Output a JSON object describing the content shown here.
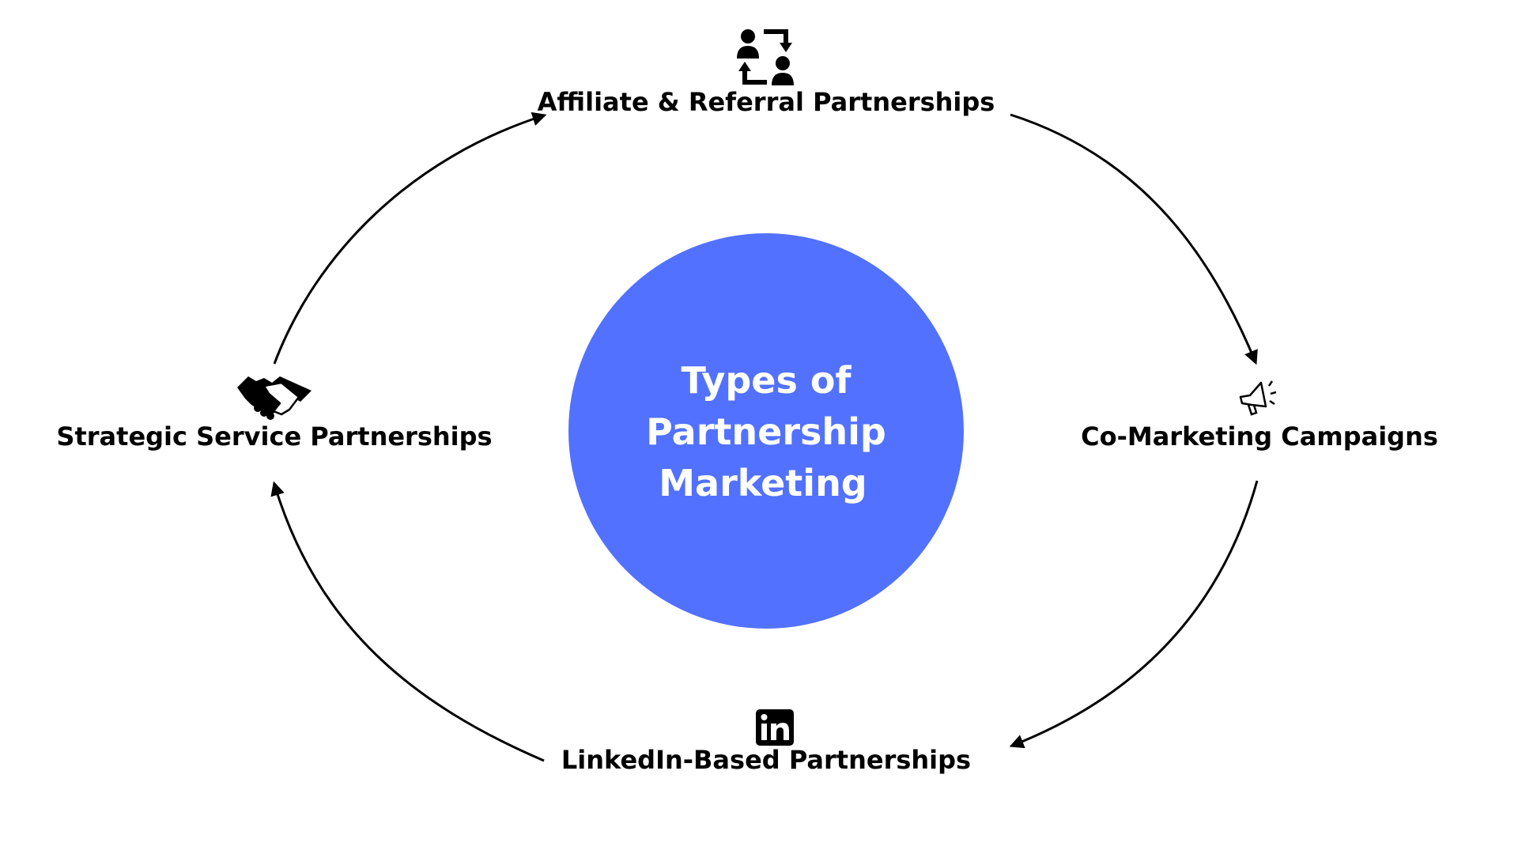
{
  "center": {
    "lines": [
      "Types of",
      "Partnership",
      "Marketing"
    ],
    "color": "#5271FF"
  },
  "nodes": [
    {
      "id": "affiliate",
      "label": "Affiliate & Referral Partnerships",
      "icon": "referral-exchange-icon"
    },
    {
      "id": "co-marketing",
      "label": "Co-Marketing Campaigns",
      "icon": "megaphone-icon"
    },
    {
      "id": "linkedin",
      "label": "LinkedIn-Based Partnerships",
      "icon": "linkedin-icon"
    },
    {
      "id": "strategic",
      "label": "Strategic Service Partnerships",
      "icon": "handshake-icon"
    }
  ],
  "flow": [
    {
      "from": "strategic",
      "to": "affiliate"
    },
    {
      "from": "affiliate",
      "to": "co-marketing"
    },
    {
      "from": "co-marketing",
      "to": "linkedin"
    },
    {
      "from": "linkedin",
      "to": "strategic"
    }
  ],
  "arrow_color": "#000000"
}
